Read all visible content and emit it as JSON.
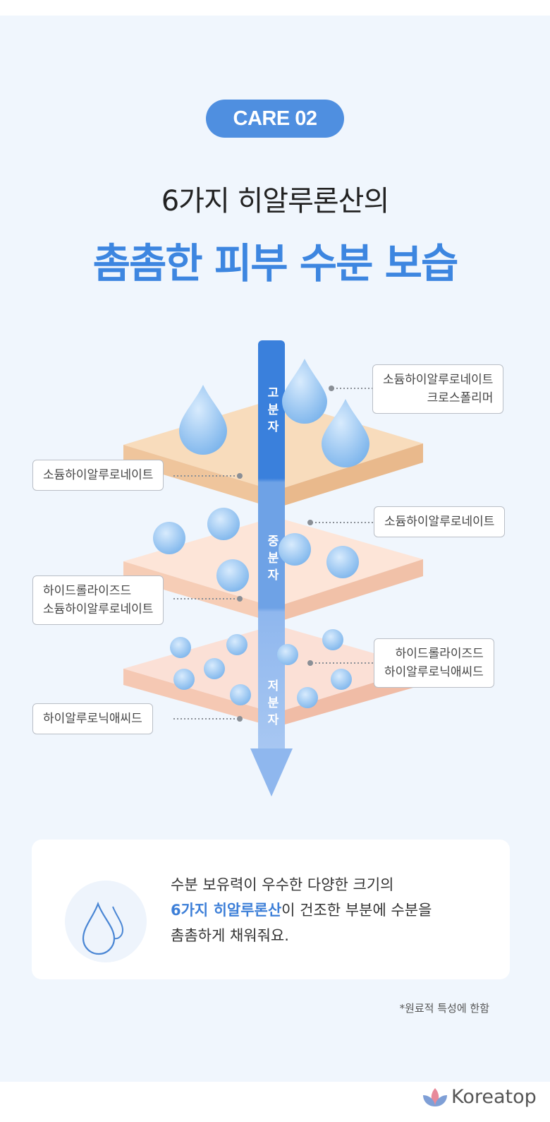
{
  "badge": "CARE 02",
  "subtitle": "6가지 히알루론산의",
  "title": "촘촘한 피부 수분 보습",
  "arrow": {
    "top": "고분자",
    "mid": "중분자",
    "bottom": "저분자"
  },
  "labels": {
    "l1": "소듐하이알루로네이트",
    "r1a": "소듐하이알루로네이트",
    "r1b": "크로스폴리머",
    "r2": "소듐하이알루로네이트",
    "l2a": "하이드롤라이즈드",
    "l2b": "소듐하이알루로네이트",
    "r3a": "하이드롤라이즈드",
    "r3b": "하이알루로닉애씨드",
    "l3": "하이알루로닉애씨드"
  },
  "desc": {
    "line1": "수분 보유력이 우수한 다양한 크기의",
    "highlight": "6가지 히알루론산",
    "line2_rest": "이 건조한 부분에 수분을",
    "line3": "촘촘하게 채워줘요."
  },
  "note": "*원료적 특성에 한함",
  "brand": "Koreatop",
  "colors": {
    "accent": "#3d86e0",
    "background": "#f0f6fd"
  }
}
